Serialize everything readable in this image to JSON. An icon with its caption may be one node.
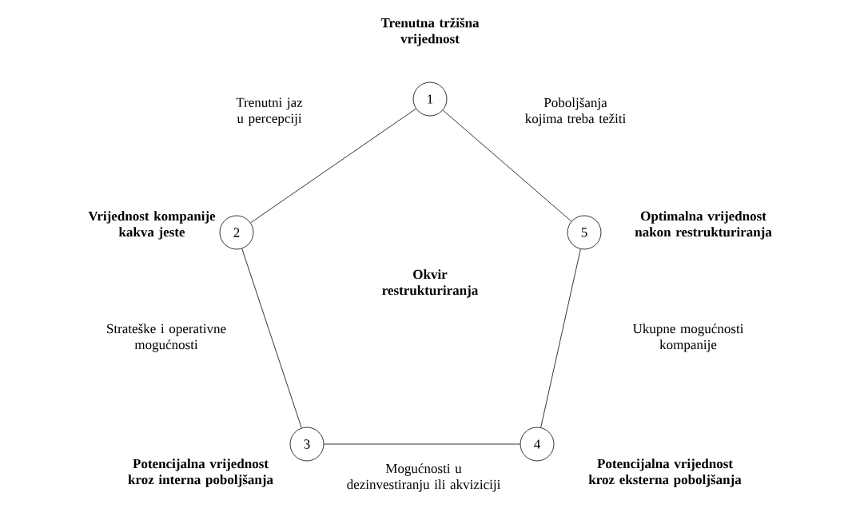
{
  "diagram": {
    "nodes": [
      {
        "text": [
          "1"
        ],
        "beside": [
          "Trenutna tržišna vrijednost"
        ]
      },
      {
        "text": [
          "2"
        ],
        "beside": [
          "Vrijednost kompanije kakva jeste"
        ]
      },
      {
        "text": [
          "3"
        ],
        "beside": [
          "Potencijalna vrijednost kroz interna poboljšanja"
        ]
      },
      {
        "text": [
          "4"
        ],
        "beside": [
          "Potencijalna vrijednost kroz eksterna poboljšanja"
        ]
      },
      {
        "text": [
          "5"
        ],
        "beside": [
          "Optimalna vrijednost nakon restrukturiranja"
        ]
      }
    ],
    "edges": [
      {
        "from": 0,
        "to": 1,
        "arrow": "none",
        "label": "Trenutni jaz u percepciji"
      },
      {
        "from": 1,
        "to": 2,
        "arrow": "none",
        "label": "Strateške i operativne mogućnosti"
      },
      {
        "from": 2,
        "to": 3,
        "arrow": "none",
        "label": "Mogućnosti  u dezinvestiranju ili akviziciji"
      },
      {
        "from": 3,
        "to": 4,
        "arrow": "none",
        "label": "Ukupne mogućnosti kompanije"
      },
      {
        "from": 4,
        "to": 0,
        "arrow": "none",
        "label": "Poboljšanja kojima treba težiti"
      }
    ],
    "labels": [
      "Okvir restrukturiranja"
    ]
  }
}
